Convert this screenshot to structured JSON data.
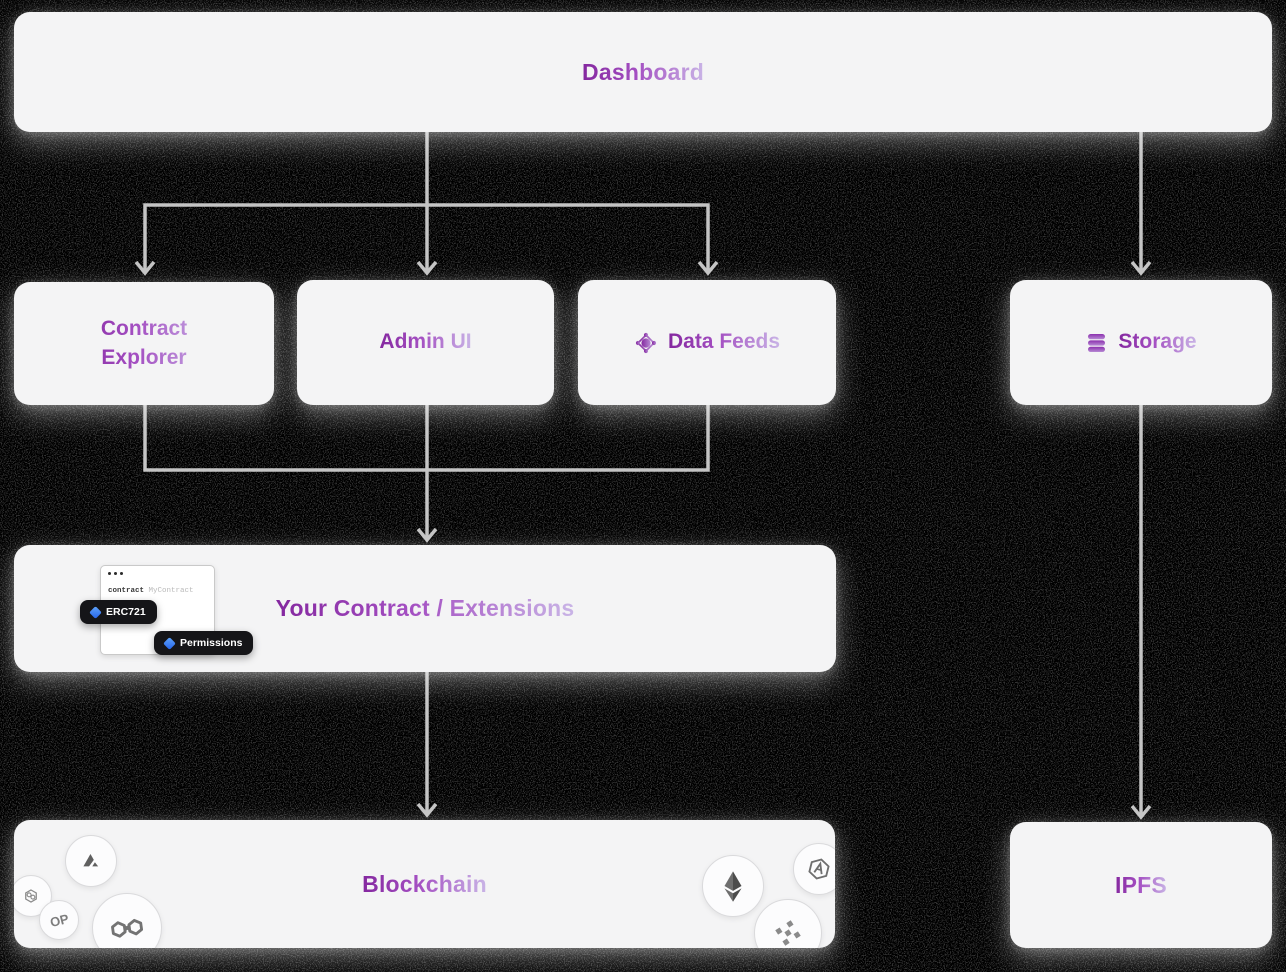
{
  "colors": {
    "background": "#000000",
    "card_bg": "#f4f4f5",
    "connector": "#c4c4c4",
    "gradient_start": "#84279f",
    "gradient_end": "#c9b4e6",
    "badge_bg": "#151518",
    "badge_icon_blue": "#3b82f6",
    "coin_glyph_gray": "#6e6e6e"
  },
  "nodes": {
    "dashboard": {
      "label": "Dashboard"
    },
    "contract_explorer": {
      "label": "Contract Explorer"
    },
    "admin_ui": {
      "label": "Admin UI"
    },
    "data_feeds": {
      "label": "Data Feeds",
      "icon": "data-feeds-diamond-icon"
    },
    "storage": {
      "label": "Storage",
      "icon": "database-icon"
    },
    "your_contract": {
      "label": "Your Contract / Extensions"
    },
    "blockchain": {
      "label": "Blockchain",
      "op_label": "OP",
      "chain_icons": [
        "avalanche",
        "hex-chain",
        "optimism",
        "polygon",
        "ethereum",
        "arbitrum",
        "bnb"
      ]
    },
    "ipfs": {
      "label": "IPFS"
    }
  },
  "contract_preview": {
    "keyword": "contract",
    "name": " MyContract",
    "badges": [
      {
        "label": "ERC721"
      },
      {
        "label": "Permissions"
      }
    ]
  }
}
